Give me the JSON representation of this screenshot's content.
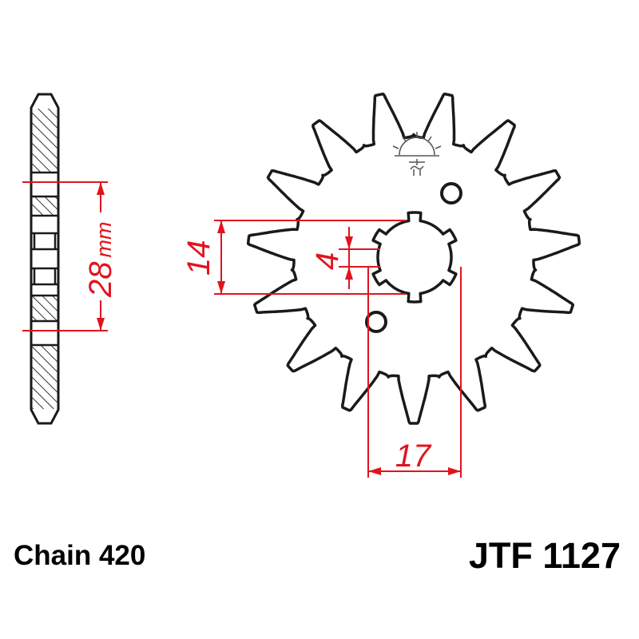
{
  "colors": {
    "outline": "#1a1a1a",
    "dimension": "#e0141e",
    "hatch": "#333333",
    "logo": "#555555"
  },
  "sprocket": {
    "teeth": 15,
    "spline_count": 6
  },
  "dimensions": {
    "width_value": "28",
    "width_unit": "mm",
    "spline_major": "14",
    "spline_depth": "4",
    "bolt_spacing": "17"
  },
  "labels": {
    "chain": "Chain 420",
    "part_number": "JTF 1127"
  },
  "icons": {
    "logo": "jt-sun-logo-icon"
  }
}
